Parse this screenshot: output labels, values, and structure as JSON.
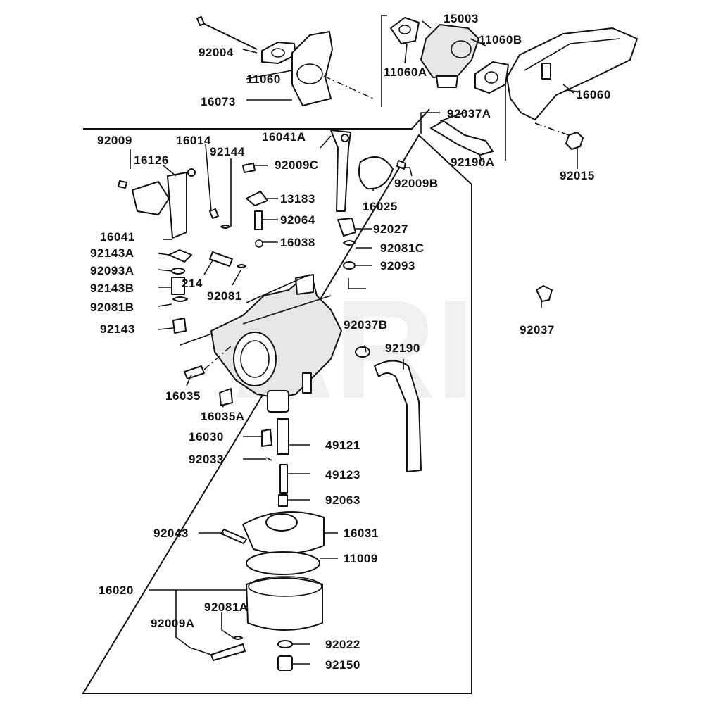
{
  "watermark": "ARI",
  "callouts": {
    "p92004": "92004",
    "p11060": "11060",
    "p16073": "16073",
    "p15003": "15003",
    "p11060A": "11060A",
    "p11060B": "11060B",
    "p16060": "16060",
    "p92037A": "92037A",
    "p92190A": "92190A",
    "p92015": "92015",
    "p92009": "92009",
    "p16126": "16126",
    "p16014": "16014",
    "p92144": "92144",
    "p16041A": "16041A",
    "p92009C": "92009C",
    "p92009B": "92009B",
    "p13183": "13183",
    "p16025": "16025",
    "p16041": "16041",
    "p92064": "92064",
    "p92027": "92027",
    "p16038": "16038",
    "p92081C": "92081C",
    "p92143A": "92143A",
    "p92093": "92093",
    "p92093A": "92093A",
    "p214": "214",
    "p92143B": "92143B",
    "p92081": "92081",
    "p92081B": "92081B",
    "p92037B": "92037B",
    "p92143": "92143",
    "p92190": "92190",
    "p92037": "92037",
    "p16035": "16035",
    "p16035A": "16035A",
    "p16030": "16030",
    "p49121": "49121",
    "p92033": "92033",
    "p49123": "49123",
    "p92063": "92063",
    "p92043": "92043",
    "p16031": "16031",
    "p11009": "11009",
    "p16020": "16020",
    "p92081A": "92081A",
    "p92009A": "92009A",
    "p92022": "92022",
    "p92150": "92150"
  }
}
